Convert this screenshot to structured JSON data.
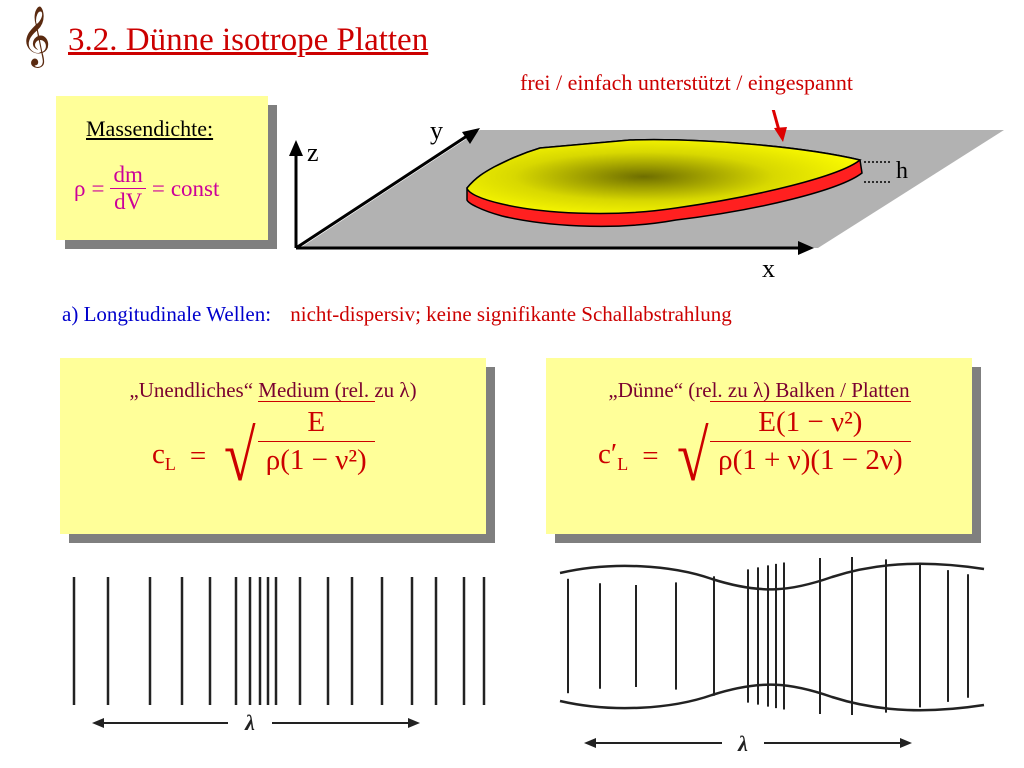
{
  "header": {
    "title": "3.2. Dünne isotrope Platten",
    "clef_icon": "treble-clef-icon"
  },
  "plate_figure": {
    "support_conditions": "frei / einfach unterstützt / eingespannt",
    "axis_x": "x",
    "axis_y": "y",
    "axis_z": "z",
    "thickness_label": "h",
    "colors": {
      "plate_top": "#ffff00",
      "plate_edge": "#ff2020",
      "plane": "#b2b2b2"
    }
  },
  "density_box": {
    "label": "Massendichte:",
    "rho": "ρ",
    "equals1": "=",
    "numerator": "dm",
    "denominator": "dV",
    "equals2": "=",
    "rhs": "const"
  },
  "longitudinal": {
    "label": "a) Longitudinale Wellen:",
    "description": "nicht-dispersiv; keine signifikante Schallabstrahlung"
  },
  "infinite_medium": {
    "title": "„Unendliches“ Medium (rel. zu λ)",
    "lhs": "c",
    "lhs_sub": "L",
    "equals": "=",
    "numerator": "E",
    "denominator": "ρ(1 − ν²)"
  },
  "thin_beam": {
    "title": "„Dünne“ (rel. zu λ) Balken / Platten",
    "lhs": "c′",
    "lhs_sub": "L",
    "equals": "=",
    "numerator": "E(1 − ν²)",
    "denominator": "ρ(1 + ν)(1 − 2ν)"
  },
  "wave_diagrams": {
    "left_wavelength_label": "λ",
    "right_wavelength_label": "λ"
  }
}
